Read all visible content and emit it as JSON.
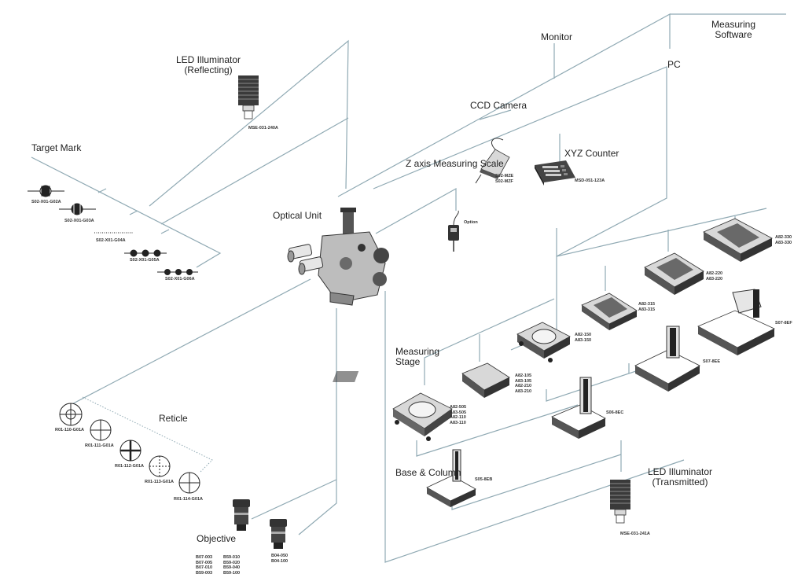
{
  "labels": {
    "monitor": "Monitor",
    "measuring_software": "Measuring\nSoftware",
    "pc": "PC",
    "led_reflecting": "LED Illuminator\n(Reflecting)",
    "ccd_camera": "CCD Camera",
    "target_mark": "Target Mark",
    "xyz_counter": "XYZ Counter",
    "z_axis_scale": "Z axis Measuring Scale",
    "optical_unit": "Optical Unit",
    "measuring_stage": "Measuring\nStage",
    "reticle": "Reticle",
    "base_column": "Base & Column",
    "led_transmitted": "LED Illuminator\n(Transmitted)",
    "objective": "Objective",
    "option": "Option"
  },
  "codes": {
    "led_reflecting": "MSE-031-240A",
    "target_1": "S02-X01-G02A",
    "target_2": "S02-X01-G03A",
    "target_3": "S02-X01-G04A",
    "target_4": "S02-X01-G05A",
    "target_5": "S02-X01-G06A",
    "z_scale": "S02-MZE\nS02-MZF",
    "xyz_counter": "MSD-051-123A",
    "stage_505": "A82-505\nA83-505\nA82-110\nA83-110",
    "stage_105": "A82-105\nA83-105\nA82-210\nA83-210",
    "stage_150": "A82-150\nA83-150",
    "stage_315": "A82-315\nA83-315",
    "stage_220": "A82-220\nA83-220",
    "stage_330": "A82-330\nA83-330",
    "base_505": "S05-8EB",
    "base_506": "S06-8EC",
    "base_507_ee": "S07-8EE",
    "base_507_ef": "S07-8EF",
    "led_transmitted": "MSE-031-241A",
    "reticle_1": "R01-110-G01A",
    "reticle_2": "R01-111-G01A",
    "reticle_3": "R01-112-G01A",
    "reticle_4": "R01-113-G01A",
    "reticle_5": "R01-114-G01A",
    "objective_col1": "B07-003\nB07-005\nB07-010\nB59-003",
    "objective_col2": "B59-010\nB59-020\nB59-040\nB59-100",
    "objective_col3": "B04-050\nB04-100"
  }
}
